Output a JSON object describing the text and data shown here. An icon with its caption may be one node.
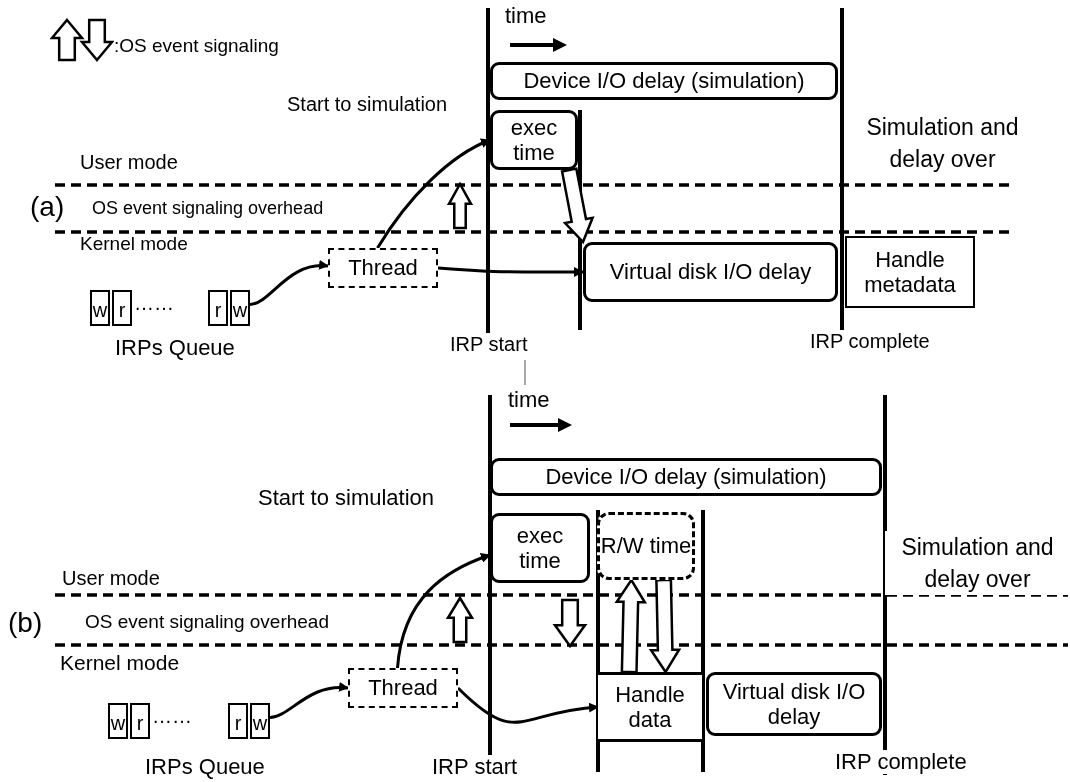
{
  "diagram": {
    "nodes": [
      {
        "text": [
          "w"
        ]
      },
      {
        "text": [
          "r"
        ]
      },
      {
        "text": [
          "r"
        ]
      },
      {
        "text": [
          "w"
        ]
      },
      {
        "text": [
          "Thread"
        ]
      },
      {
        "text": [
          "Device I/O delay (simulation)"
        ]
      },
      {
        "text": [
          "exec time"
        ]
      },
      {
        "text": [
          "Virtual disk I/O delay"
        ]
      },
      {
        "text": [
          "Handle metadata"
        ]
      },
      {
        "text": [
          "w"
        ]
      },
      {
        "text": [
          "r"
        ]
      },
      {
        "text": [
          "r"
        ]
      },
      {
        "text": [
          "w"
        ]
      },
      {
        "text": [
          "Thread"
        ]
      },
      {
        "text": [
          "Device I/O delay (simulation)"
        ]
      },
      {
        "text": [
          "exec time"
        ]
      },
      {
        "text": [
          "R/W time"
        ]
      },
      {
        "text": [
          "Handle data"
        ]
      },
      {
        "text": [
          "Virtual disk I/O delay"
        ]
      }
    ],
    "edges": [
      {
        "from": 3,
        "to": 4,
        "arrow": "to"
      },
      {
        "from": 4,
        "to": 6,
        "arrow": "to"
      },
      {
        "from": 4,
        "to": 7,
        "arrow": "to"
      },
      {
        "from": 12,
        "to": 13,
        "arrow": "to"
      },
      {
        "from": 13,
        "to": 15,
        "arrow": "to"
      },
      {
        "from": 13,
        "to": 17,
        "arrow": "to"
      },
      {
        "from": 6,
        "to": 7,
        "arrow": "to",
        "style": "thick"
      },
      {
        "from": 17,
        "to": 16,
        "arrow": "to",
        "style": "thick"
      },
      {
        "from": 16,
        "to": 17,
        "arrow": "to",
        "style": "thick"
      }
    ],
    "labels": [
      "time",
      "Start to simulation",
      "Simulation and delay over",
      "User mode",
      "(a)",
      "OS event signaling overhead",
      "Kernel mode",
      "……",
      "IRPs Queue",
      "IRP start",
      "IRP complete",
      "time",
      "Start to simulation",
      "Simulation and delay over",
      "User mode",
      "(b)",
      "OS event signaling overhead",
      "Kernel mode",
      "……",
      "IRPs Queue",
      "IRP start",
      "IRP complete"
    ],
    "legend": [
      {
        "text": ":OS event signaling"
      }
    ]
  }
}
